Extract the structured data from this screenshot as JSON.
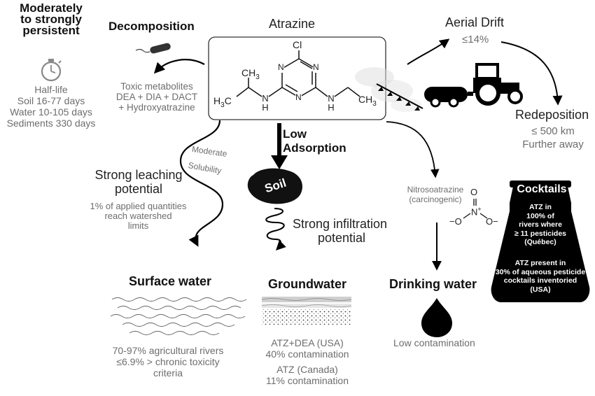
{
  "persistence": {
    "title": [
      "Moderately",
      "to strongly",
      "persistent"
    ],
    "half_life_label": "Half-life",
    "lines": [
      "Soil 16-77 days",
      "Water 10-105 days",
      "Sediments 330 days"
    ]
  },
  "decomposition": {
    "title": "Decomposition",
    "lines": [
      "Toxic metabolites",
      "DEA + DIA + DACT",
      "+ Hydroxyatrazine"
    ]
  },
  "molecule": {
    "name": "Atrazine",
    "atoms": {
      "cl": "Cl",
      "ch3": "CH",
      "sub3": "3",
      "n": "N",
      "h": "H",
      "h3c_h": "H",
      "h3c_3": "3",
      "h3c_c": "C",
      "ch3r_c": "CH",
      "ch3r_3": "3"
    }
  },
  "aerial": {
    "title": "Aerial Drift",
    "value": "≤14%"
  },
  "redeposition": {
    "title": "Redeposition",
    "lines": [
      "≤ 500 km",
      "Further away"
    ]
  },
  "leaching": {
    "moderate_label": "Moderate",
    "solubility_label": "Solubility",
    "title": [
      "Strong leaching",
      "potential"
    ],
    "lines": [
      "1% of applied quantities",
      "reach watershed",
      "limits"
    ]
  },
  "adsorption": {
    "title": [
      "Low",
      "Adsorption"
    ],
    "soil_label": "Soil"
  },
  "infiltration": {
    "title": [
      "Strong infiltration",
      "potential"
    ]
  },
  "nitroso": {
    "name": "Nitrosoatrazine",
    "note": "(carcinogenic)",
    "o_top": "O",
    "n_center": "N",
    "plus": "+",
    "o_left": "−O",
    "o_right": "O−"
  },
  "cocktails": {
    "title": "Cocktails",
    "lines1": [
      "ATZ in",
      "100% of",
      "rivers where",
      "≥ 11 pesticides",
      "(Québec)"
    ],
    "lines2": [
      "ATZ present in",
      "30% of aqueous pesticide",
      "cocktails inventoried",
      "(USA)"
    ]
  },
  "surface_water": {
    "title": "Surface water",
    "lines": [
      "70-97% agricultural rivers",
      "≤6.9% > chronic toxicity",
      "criteria"
    ]
  },
  "groundwater": {
    "title": "Groundwater",
    "lines": [
      "ATZ+DEA (USA)",
      "40% contamination",
      "ATZ (Canada)",
      "11% contamination"
    ]
  },
  "drinking_water": {
    "title": "Drinking water",
    "note": "Low contamination"
  },
  "colors": {
    "text": "#111111",
    "gray": "#6d6d6d",
    "ink": "#000000"
  }
}
